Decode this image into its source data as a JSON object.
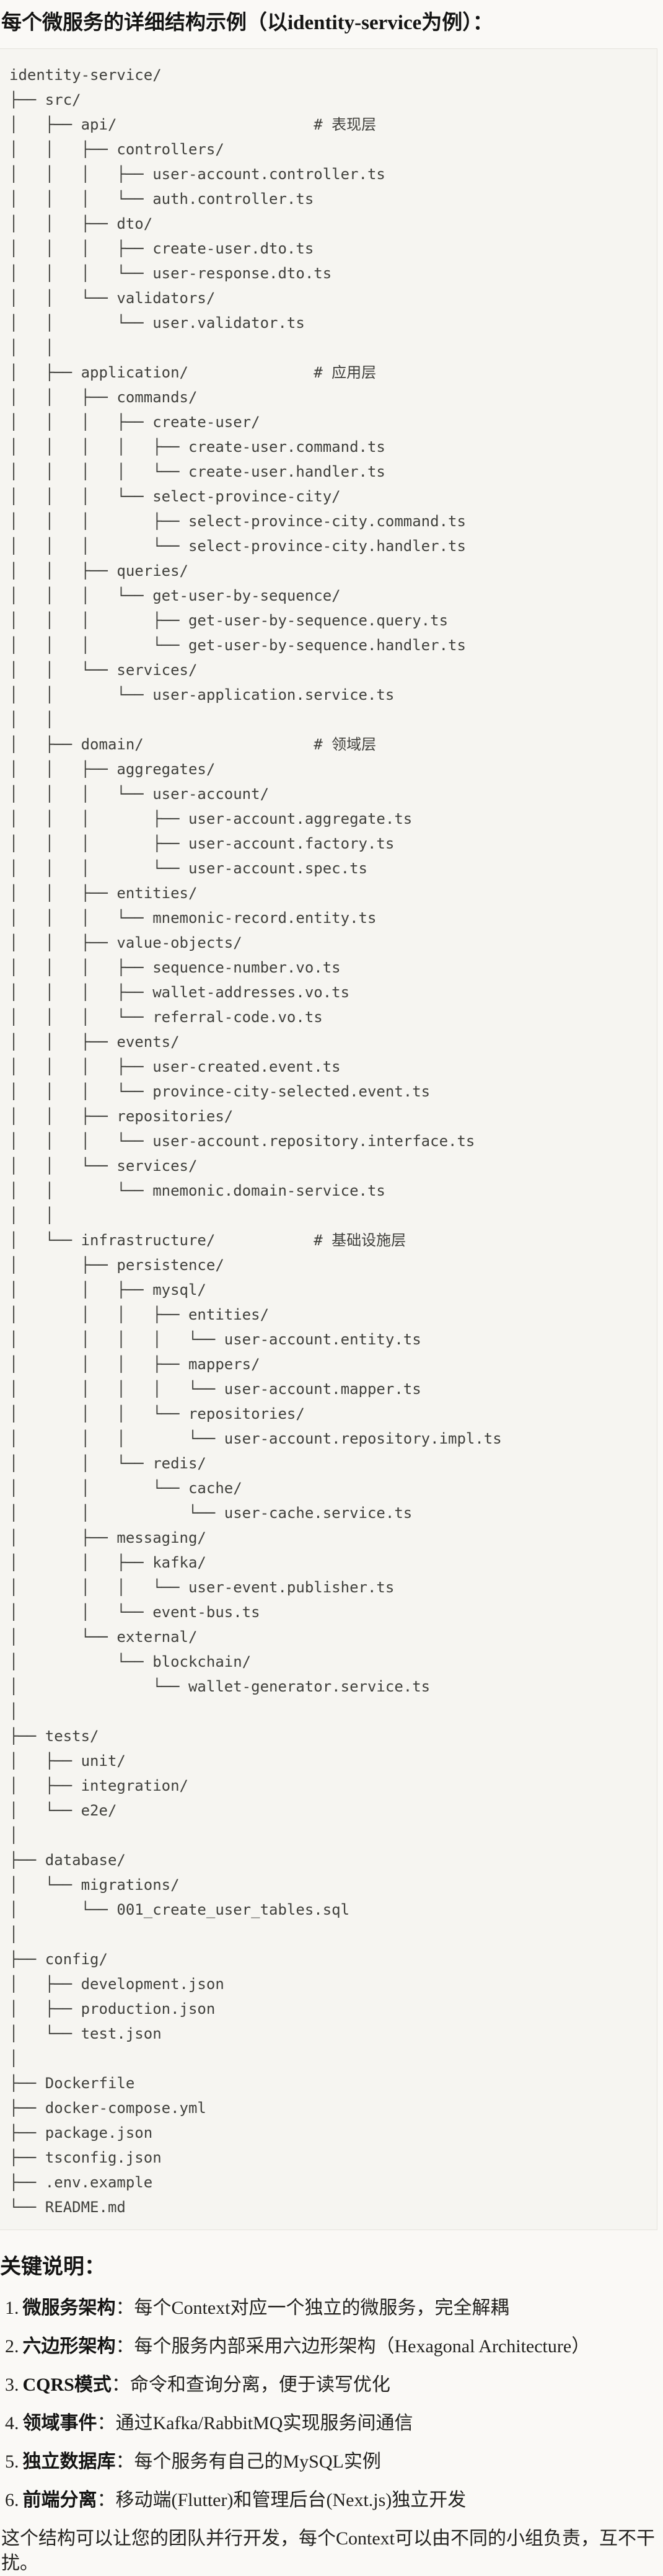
{
  "title": "每个微服务的详细结构示例（以identity-service为例）：",
  "tree": {
    "lines": [
      "identity-service/",
      "├── src/",
      "│   ├── api/                      # 表现层",
      "│   │   ├── controllers/",
      "│   │   │   ├── user-account.controller.ts",
      "│   │   │   └── auth.controller.ts",
      "│   │   ├── dto/",
      "│   │   │   ├── create-user.dto.ts",
      "│   │   │   └── user-response.dto.ts",
      "│   │   └── validators/",
      "│   │       └── user.validator.ts",
      "│   │",
      "│   ├── application/              # 应用层",
      "│   │   ├── commands/",
      "│   │   │   ├── create-user/",
      "│   │   │   │   ├── create-user.command.ts",
      "│   │   │   │   └── create-user.handler.ts",
      "│   │   │   └── select-province-city/",
      "│   │   │       ├── select-province-city.command.ts",
      "│   │   │       └── select-province-city.handler.ts",
      "│   │   ├── queries/",
      "│   │   │   └── get-user-by-sequence/",
      "│   │   │       ├── get-user-by-sequence.query.ts",
      "│   │   │       └── get-user-by-sequence.handler.ts",
      "│   │   └── services/",
      "│   │       └── user-application.service.ts",
      "│   │",
      "│   ├── domain/                   # 领域层",
      "│   │   ├── aggregates/",
      "│   │   │   └── user-account/",
      "│   │   │       ├── user-account.aggregate.ts",
      "│   │   │       ├── user-account.factory.ts",
      "│   │   │       └── user-account.spec.ts",
      "│   │   ├── entities/",
      "│   │   │   └── mnemonic-record.entity.ts",
      "│   │   ├── value-objects/",
      "│   │   │   ├── sequence-number.vo.ts",
      "│   │   │   ├── wallet-addresses.vo.ts",
      "│   │   │   └── referral-code.vo.ts",
      "│   │   ├── events/",
      "│   │   │   ├── user-created.event.ts",
      "│   │   │   └── province-city-selected.event.ts",
      "│   │   ├── repositories/",
      "│   │   │   └── user-account.repository.interface.ts",
      "│   │   └── services/",
      "│   │       └── mnemonic.domain-service.ts",
      "│   │",
      "│   └── infrastructure/           # 基础设施层",
      "│       ├── persistence/",
      "│       │   ├── mysql/",
      "│       │   │   ├── entities/",
      "│       │   │   │   └── user-account.entity.ts",
      "│       │   │   ├── mappers/",
      "│       │   │   │   └── user-account.mapper.ts",
      "│       │   │   └── repositories/",
      "│       │   │       └── user-account.repository.impl.ts",
      "│       │   └── redis/",
      "│       │       └── cache/",
      "│       │           └── user-cache.service.ts",
      "│       ├── messaging/",
      "│       │   ├── kafka/",
      "│       │   │   └── user-event.publisher.ts",
      "│       │   └── event-bus.ts",
      "│       └── external/",
      "│           └── blockchain/",
      "│               └── wallet-generator.service.ts",
      "│",
      "├── tests/",
      "│   ├── unit/",
      "│   ├── integration/",
      "│   └── e2e/",
      "│",
      "├── database/",
      "│   └── migrations/",
      "│       └── 001_create_user_tables.sql",
      "│",
      "├── config/",
      "│   ├── development.json",
      "│   ├── production.json",
      "│   └── test.json",
      "│",
      "├── Dockerfile",
      "├── docker-compose.yml",
      "├── package.json",
      "├── tsconfig.json",
      "├── .env.example",
      "└── README.md"
    ]
  },
  "notes": {
    "heading": "关键说明：",
    "colon": "：",
    "items": [
      {
        "num": "1.",
        "term": "微服务架构",
        "desc": "每个Context对应一个独立的微服务，完全解耦"
      },
      {
        "num": "2.",
        "term": "六边形架构",
        "desc": "每个服务内部采用六边形架构（Hexagonal Architecture）"
      },
      {
        "num": "3.",
        "term": "CQRS模式",
        "desc": "命令和查询分离，便于读写优化"
      },
      {
        "num": "4.",
        "term": "领域事件",
        "desc": "通过Kafka/RabbitMQ实现服务间通信"
      },
      {
        "num": "5.",
        "term": "独立数据库",
        "desc": "每个服务有自己的MySQL实例"
      },
      {
        "num": "6.",
        "term": "前端分离",
        "desc": "移动端(Flutter)和管理后台(Next.js)独立开发"
      }
    ],
    "footer": "这个结构可以让您的团队并行开发，每个Context可以由不同的小组负责，互不干扰。"
  },
  "colors": {
    "page_bg": "#FAF9F6",
    "code_bg": "#F6F5F1",
    "code_border": "#E5E3DC",
    "code_text": "#40403C",
    "heading_text": "#141413"
  }
}
